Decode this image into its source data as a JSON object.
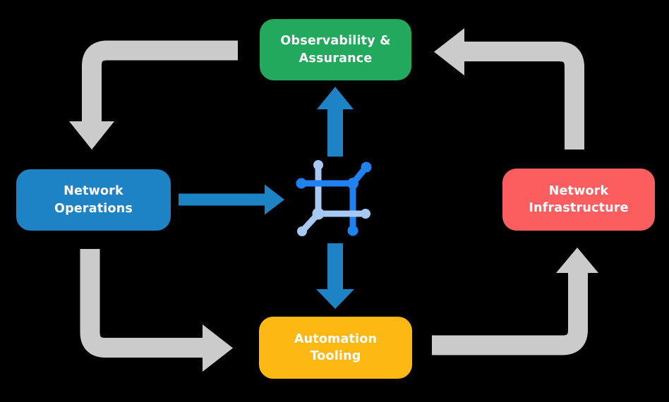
{
  "diagram_title": "Network automation cycle diagram",
  "colors": {
    "background": "#000000",
    "observability_green": "#23a95d",
    "operations_blue": "#1e83c5",
    "infrastructure_red": "#fc5e5f",
    "automation_yellow": "#fdb813",
    "flow_gray": "#cbcbcb",
    "data_blue": "#1e83c5",
    "icon_dark_blue": "#1e82f0",
    "icon_light_blue": "#a6c8f2",
    "text_white": "#ffffff"
  },
  "nodes": {
    "observability": {
      "label": "Observability &\nAssurance"
    },
    "operations": {
      "label": "Network\nOperations"
    },
    "infrastructure": {
      "label": "Network\nInfrastructure"
    },
    "automation": {
      "label": "Automation\nTooling"
    }
  },
  "center_icon": "network-fabric-icon",
  "flows": {
    "gray_cycle": [
      "observability-to-operations",
      "operations-to-automation",
      "automation-to-infrastructure",
      "infrastructure-to-observability"
    ],
    "blue_data": [
      "operations-to-core",
      "core-to-observability",
      "core-to-automation"
    ]
  }
}
